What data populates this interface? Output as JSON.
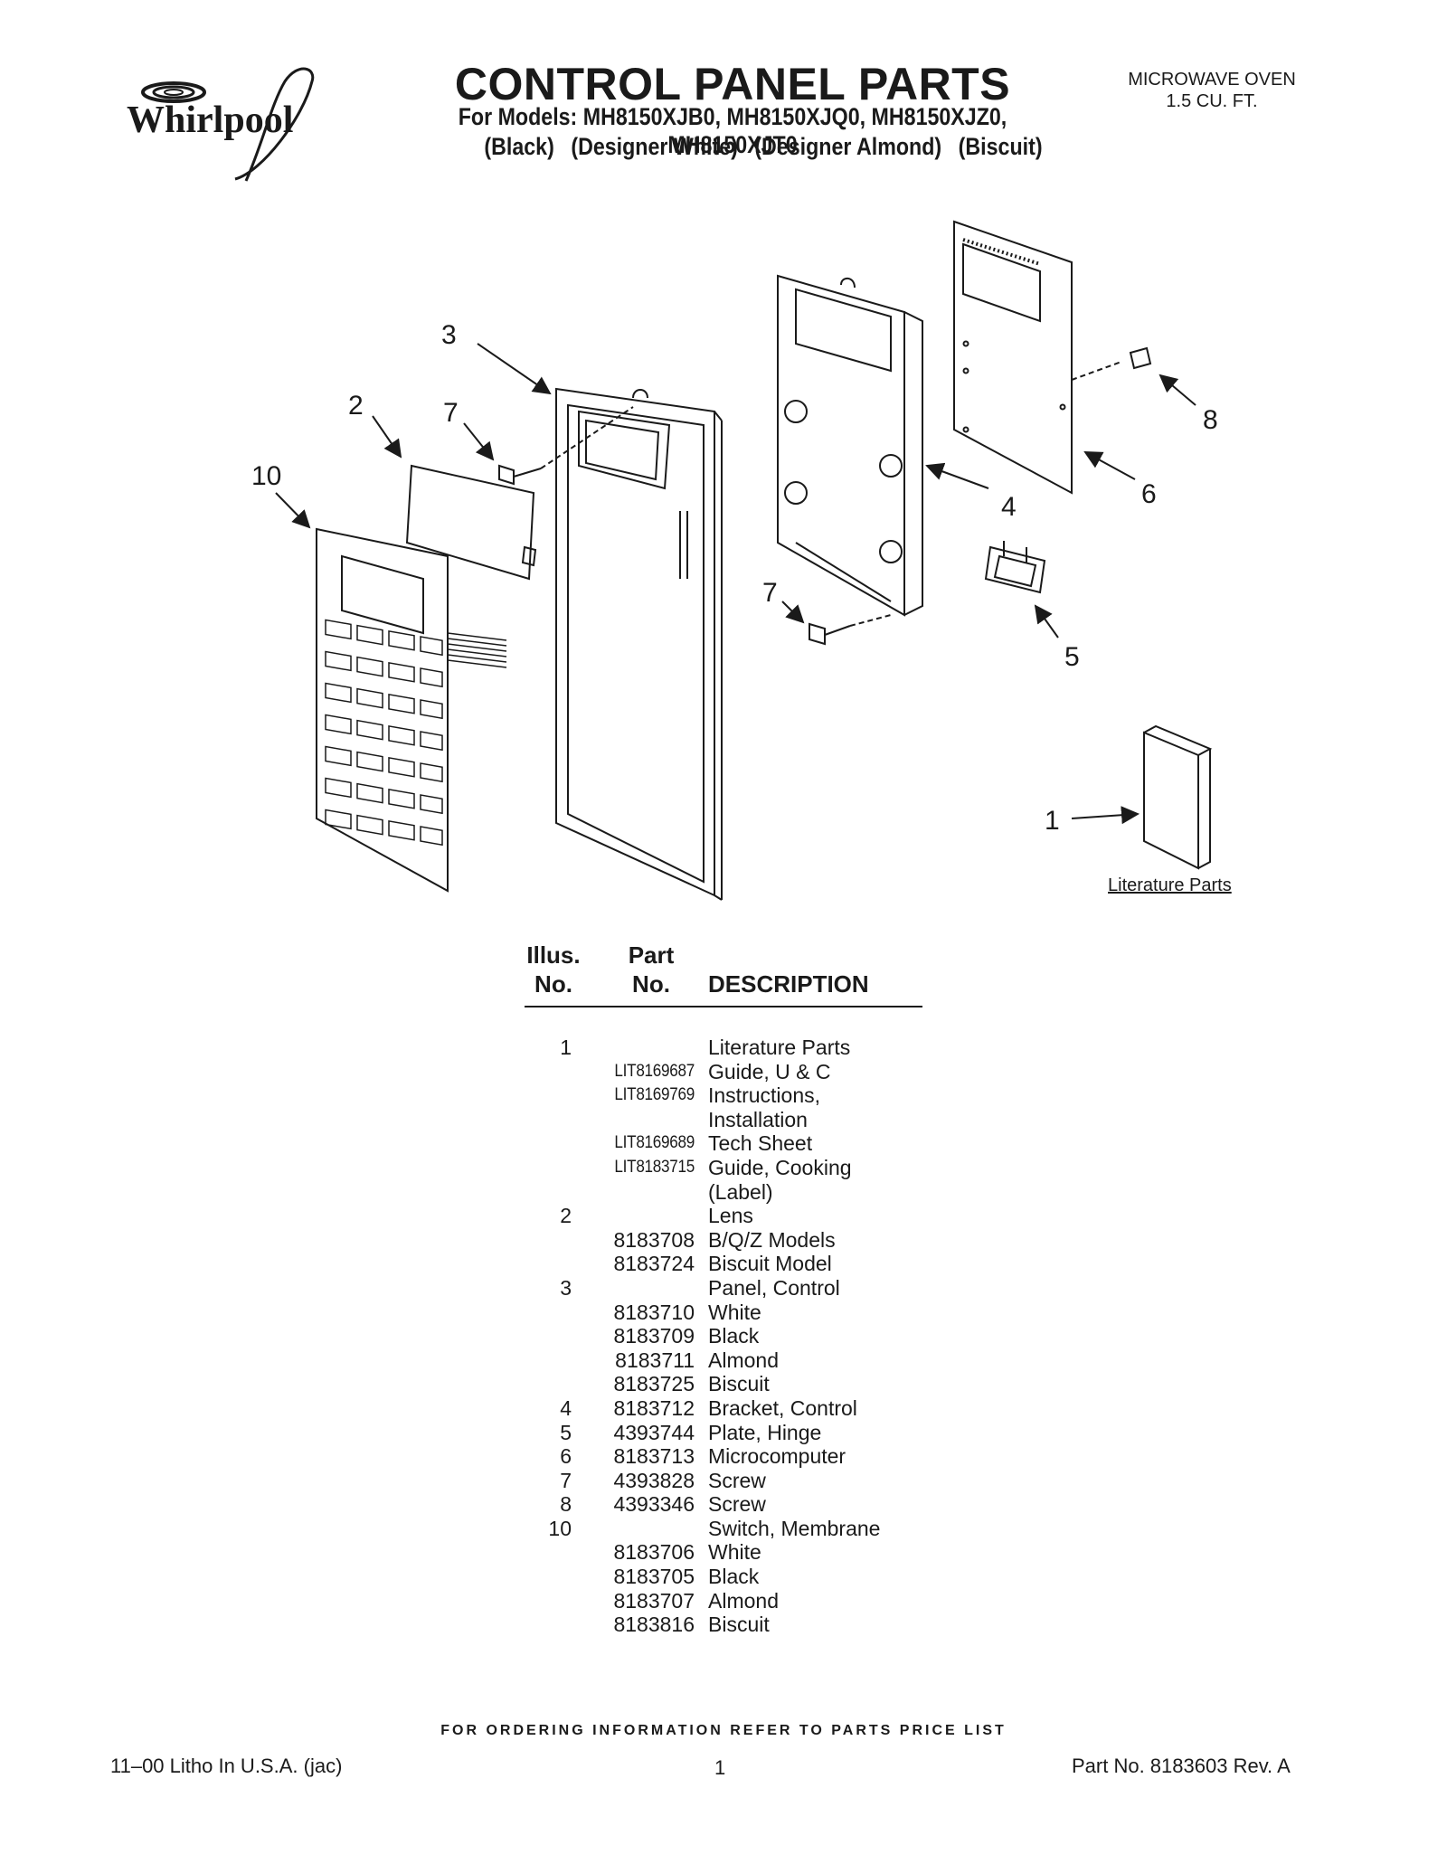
{
  "header": {
    "brand": "Whirlpool",
    "title": "CONTROL PANEL PARTS",
    "models_line": "For Models: MH8150XJB0, MH8150XJQ0, MH8150XJZ0, MH8150XJT0",
    "variants": [
      "(Black)",
      "(Designer White)",
      "(Designer Almond)",
      "(Biscuit)"
    ],
    "product_line1": "MICROWAVE OVEN",
    "product_line2": "1.5 CU. FT."
  },
  "diagram": {
    "callouts": [
      "1",
      "2",
      "3",
      "4",
      "5",
      "6",
      "7",
      "7",
      "8",
      "10"
    ],
    "literature_caption": "Literature Parts"
  },
  "table": {
    "headers": {
      "illus_1": "Illus.",
      "illus_2": "No.",
      "part_1": "Part",
      "part_2": "No.",
      "description": "DESCRIPTION"
    },
    "rows": [
      {
        "illus": "1",
        "part": "",
        "desc": "Literature Parts"
      },
      {
        "illus": "",
        "part": "LIT8169687",
        "desc": "Guide, U & C"
      },
      {
        "illus": "",
        "part": "LIT8169769",
        "desc": "Instructions,"
      },
      {
        "illus": "",
        "part": "",
        "desc": "Installation"
      },
      {
        "illus": "",
        "part": "LIT8169689",
        "desc": "Tech Sheet"
      },
      {
        "illus": "",
        "part": "LIT8183715",
        "desc": "Guide, Cooking"
      },
      {
        "illus": "",
        "part": "",
        "desc": "(Label)"
      },
      {
        "illus": "2",
        "part": "",
        "desc": "Lens"
      },
      {
        "illus": "",
        "part": "8183708",
        "desc": "B/Q/Z Models"
      },
      {
        "illus": "",
        "part": "8183724",
        "desc": "Biscuit Model"
      },
      {
        "illus": "3",
        "part": "",
        "desc": "Panel, Control"
      },
      {
        "illus": "",
        "part": "8183710",
        "desc": "White"
      },
      {
        "illus": "",
        "part": "8183709",
        "desc": "Black"
      },
      {
        "illus": "",
        "part": "8183711",
        "desc": "Almond"
      },
      {
        "illus": "",
        "part": "8183725",
        "desc": "Biscuit"
      },
      {
        "illus": "4",
        "part": "8183712",
        "desc": "Bracket, Control"
      },
      {
        "illus": "5",
        "part": "4393744",
        "desc": "Plate, Hinge"
      },
      {
        "illus": "6",
        "part": "8183713",
        "desc": "Microcomputer"
      },
      {
        "illus": "7",
        "part": "4393828",
        "desc": "Screw"
      },
      {
        "illus": "8",
        "part": "4393346",
        "desc": "Screw"
      },
      {
        "illus": "10",
        "part": "",
        "desc": "Switch, Membrane"
      },
      {
        "illus": "",
        "part": "8183706",
        "desc": "White"
      },
      {
        "illus": "",
        "part": "8183705",
        "desc": "Black"
      },
      {
        "illus": "",
        "part": "8183707",
        "desc": "Almond"
      },
      {
        "illus": "",
        "part": "8183816",
        "desc": "Biscuit"
      }
    ]
  },
  "footer": {
    "ordering_note": "FOR ORDERING INFORMATION REFER TO PARTS PRICE LIST",
    "litho": "11–00 Litho In U.S.A. (jac)",
    "page": "1",
    "part_number": "Part No. 8183603 Rev. A"
  }
}
